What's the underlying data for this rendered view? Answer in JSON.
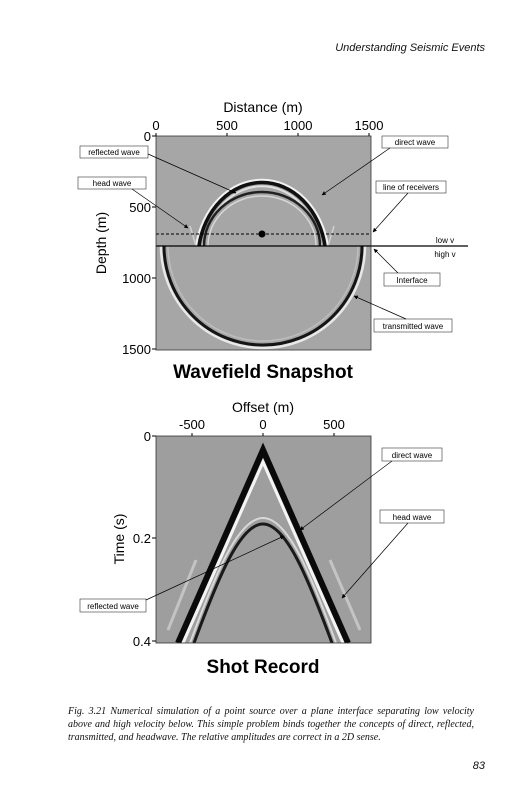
{
  "header": {
    "running_title": "Understanding Seismic Events"
  },
  "snapshot": {
    "xlabel": "Distance (m)",
    "ylabel": "Depth (m)",
    "xticks": [
      "0",
      "500",
      "1000",
      "1500"
    ],
    "yticks": [
      "0",
      "500",
      "1000",
      "1500"
    ],
    "title": "Wavefield Snapshot",
    "labels": {
      "reflected": "reflected wave",
      "head": "head wave",
      "direct": "direct wave",
      "receivers": "line of receivers",
      "interface": "Interface",
      "transmitted": "transmitted wave",
      "lowv": "low v",
      "highv": "high v"
    }
  },
  "shot": {
    "xlabel": "Offset (m)",
    "ylabel": "Time (s)",
    "xticks": [
      "-500",
      "0",
      "500"
    ],
    "yticks": [
      "0",
      "0.2",
      "0.4"
    ],
    "title": "Shot Record",
    "labels": {
      "direct": "direct wave",
      "head": "head wave",
      "reflected": "reflected wave"
    }
  },
  "caption": "Fig. 3.21 Numerical simulation of a point source over a plane interface separating low velocity above and high velocity below. This simple problem binds together the concepts of direct, reflected, transmitted, and headwave. The relative amplitudes are correct in a 2D sense.",
  "page_number": "83"
}
